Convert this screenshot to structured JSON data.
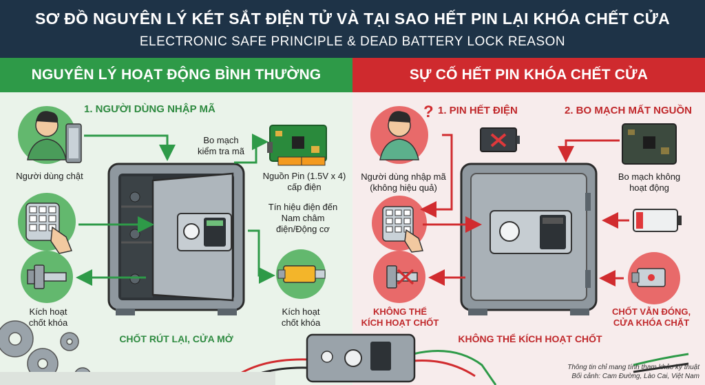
{
  "header": {
    "title_vi": "SƠ ĐỒ NGUYÊN LÝ KÉT SẮT ĐIỆN TỬ VÀ TẠI SAO HẾT PIN LẠI KHÓA CHẾT CỬA",
    "title_en": "ELECTRONIC SAFE PRINCIPLE & DEAD BATTERY LOCK REASON"
  },
  "left": {
    "band_title": "NGUYÊN LÝ HOẠT ĐỘNG BÌNH THƯỜNG",
    "step1": "1. NGƯỜI DÙNG NHẬP MÃ",
    "user_label": "Người dùng  chật",
    "board_check": "Bo mạch\nkiểm tra mã",
    "battery_label": "Nguồn Pin (1.5V x 4)\ncấp điện",
    "signal_label": "Tín hiệu điện đến\nNam châm\nđiện/Động cơ",
    "activate_left": "Kích hoạt\nchốt khóa",
    "activate_right": "Kích hoạt\nchốt khóa",
    "result": "CHỐT RÚT LẠI, CỬA MỞ"
  },
  "right": {
    "band_title": "SỰ CỐ HẾT PIN KHÓA CHẾT CỬA",
    "step1": "1. PIN HẾT ĐIỆN",
    "step2": "2. BO MẠCH MẤT NGUỒN",
    "user_label": "Người dùng nhập mã\n(không hiệu quả)",
    "board_label": "Bo mạch không\nhoạt động",
    "cannot_activate": "KHÔNG THỂ\nKÍCH HOẠT CHỐT",
    "latch_closed": "CHỐT VẪN ĐÓNG,\nCỬA KHÓA CHẶT",
    "result": "KHÔNG THỂ KÍCH HOẠT CHỐT"
  },
  "footer": {
    "note_line1": "Thông tin chỉ mang tính tham khảo kỹ thuật",
    "note_line2": "Bối cảnh: Cam Đường, Lào Cai, Việt Nam"
  },
  "colors": {
    "header_bg": "#1e3347",
    "green": "#2e9a48",
    "red": "#cf2a2e",
    "safe_gray": "#8f989f"
  },
  "icons": [
    "person-icon",
    "keypad-icon",
    "latch-icon",
    "circuit-board-icon",
    "battery-icon",
    "dead-battery-icon",
    "safe-icon",
    "gear-icon",
    "cable-icon",
    "question-mark-icon",
    "cross-icon"
  ]
}
